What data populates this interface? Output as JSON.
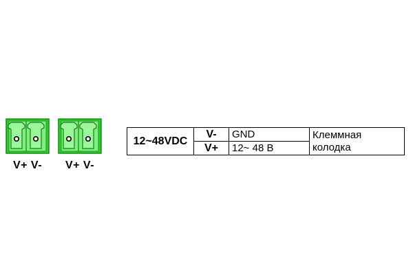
{
  "connectors": [
    {
      "label": "V+ V-",
      "color": "#33cc33",
      "icon": "terminal-block-icon"
    },
    {
      "label": "V+ V-",
      "color": "#33cc33",
      "icon": "terminal-block-icon"
    }
  ],
  "table": {
    "voltage": "12~48VDC",
    "rows": [
      {
        "pin": "V-",
        "description": "GND"
      },
      {
        "pin": "V+",
        "description": "12~ 48 B"
      }
    ],
    "type": "Клеммная колодка"
  }
}
